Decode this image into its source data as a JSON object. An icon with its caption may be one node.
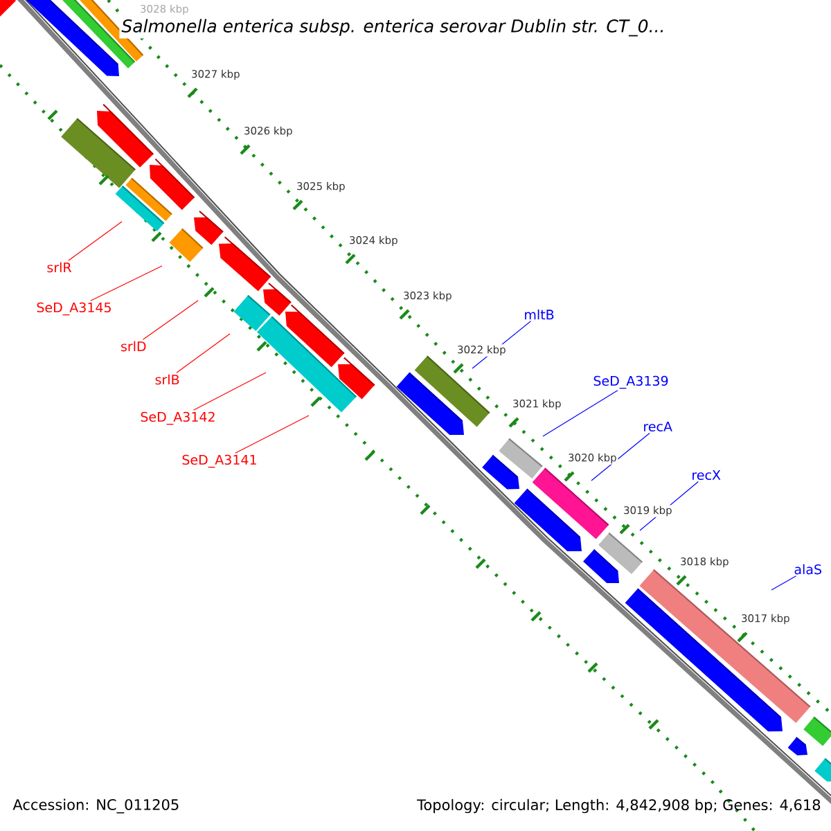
{
  "diagram": {
    "title": "Salmonella enterica subsp. enterica serovar Dublin str. CT_0...",
    "nodes": [
      {
        "text": [
          "srlR"
        ]
      },
      {
        "text": [
          "SeD_A3145"
        ]
      },
      {
        "text": [
          "srlD"
        ]
      },
      {
        "text": [
          "srlB"
        ]
      },
      {
        "text": [
          "SeD_A3142"
        ]
      },
      {
        "text": [
          "SeD_A3141"
        ]
      },
      {
        "text": [
          "mltB"
        ]
      },
      {
        "text": [
          "SeD_A3139"
        ]
      },
      {
        "text": [
          "recA"
        ]
      },
      {
        "text": [
          "recX"
        ]
      },
      {
        "text": [
          "alaS"
        ]
      }
    ],
    "edges": [
      {
        "from": 0,
        "to": null,
        "arrow": "none"
      },
      {
        "from": 1,
        "to": null,
        "arrow": "none"
      },
      {
        "from": 2,
        "to": null,
        "arrow": "none"
      },
      {
        "from": 3,
        "to": null,
        "arrow": "none"
      },
      {
        "from": 4,
        "to": null,
        "arrow": "none"
      },
      {
        "from": 5,
        "to": null,
        "arrow": "none"
      },
      {
        "from": 6,
        "to": null,
        "arrow": "none",
        "color": "#0000ff"
      },
      {
        "from": 7,
        "to": null,
        "arrow": "none",
        "color": "#0000ff"
      },
      {
        "from": 8,
        "to": null,
        "arrow": "none",
        "color": "#0000ff"
      },
      {
        "from": 9,
        "to": null,
        "arrow": "none",
        "color": "#0000ff"
      },
      {
        "from": 10,
        "to": null,
        "arrow": "none",
        "color": "#0000ff"
      }
    ],
    "labels": [
      "3028 kbp",
      "3027 kbp",
      "3026 kbp",
      "3025 kbp",
      "3024 kbp",
      "3023 kbp",
      "3022 kbp",
      "3021 kbp",
      "3020 kbp",
      "3019 kbp",
      "3018 kbp",
      "3017 kbp",
      "Accession: NC_011205",
      "Topology: circular; Length: 4,842,908 bp; Genes: 4,618"
    ]
  }
}
